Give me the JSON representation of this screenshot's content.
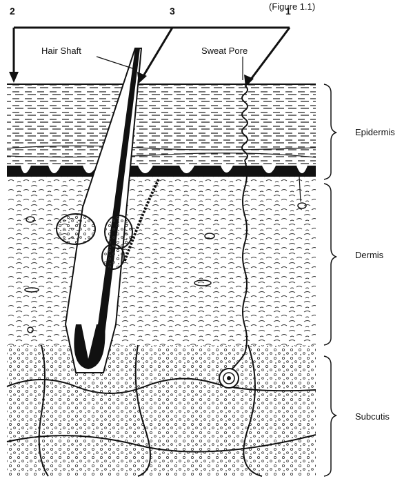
{
  "header": {
    "partial_title": "(Figure 1.1)"
  },
  "callouts": {
    "n1": "1",
    "n2": "2",
    "n3": "3"
  },
  "labels": {
    "hair_shaft": "Hair Shaft",
    "sweat_pore": "Sweat Pore"
  },
  "layers": {
    "epidermis": "Epidermis",
    "dermis": "Dermis",
    "subcutis": "Subcutis"
  },
  "colors": {
    "ink": "#111111",
    "background": "#ffffff"
  }
}
